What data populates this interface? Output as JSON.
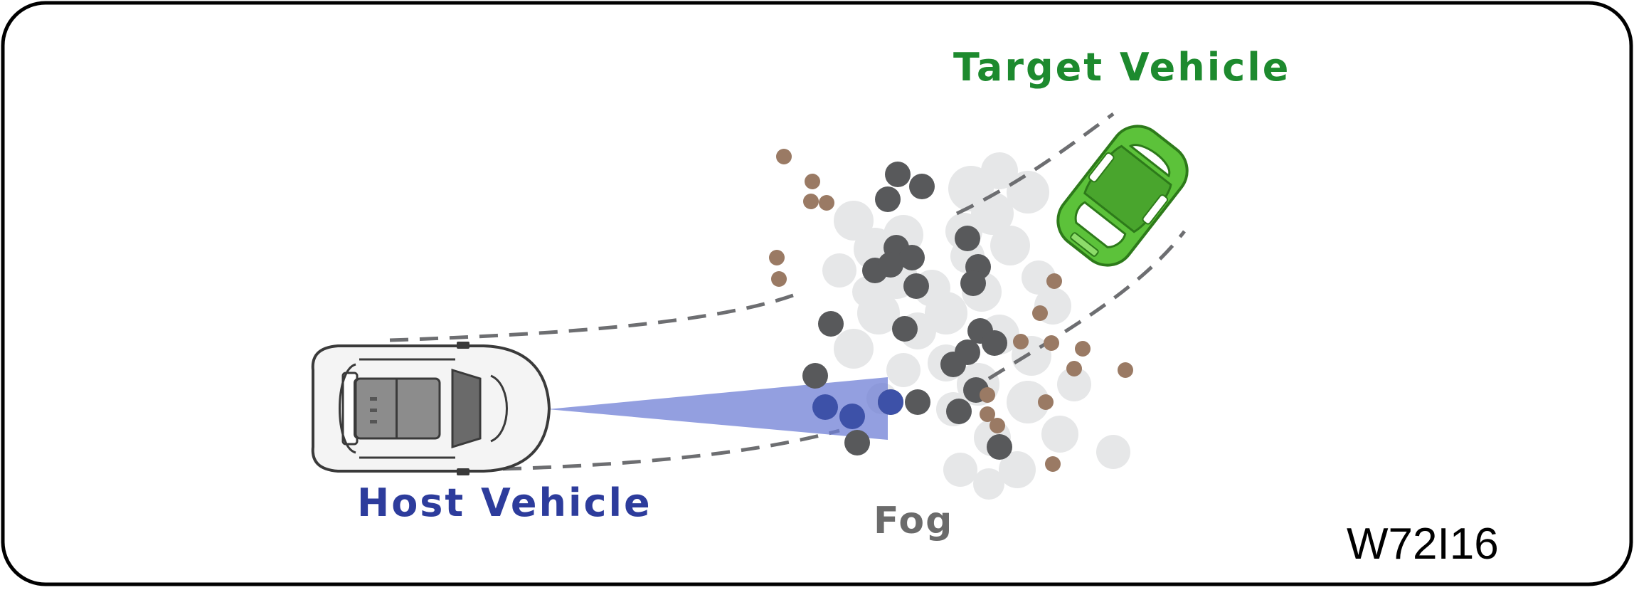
{
  "labels": {
    "target_vehicle": "Target Vehicle",
    "host_vehicle": "Host Vehicle",
    "fog": "Fog",
    "figure_code": "W72I16"
  },
  "colors": {
    "frame": "#000000",
    "target_label": "#1d8a2e",
    "host_label": "#2d3c9c",
    "fog_label": "#6b6b6b",
    "code_label": "#000000",
    "target_body": "#5cc23a",
    "target_outline": "#2d7a1a",
    "host_body": "#f4f4f4",
    "host_outline": "#3a3a3a",
    "sensor_beam": "#6f7fd6",
    "fog_light": "#e6e7e8",
    "fog_dark": "#58595b",
    "fog_brown": "#9a7a64",
    "lane_dash": "#6d6e71"
  },
  "icons": {
    "target_vehicle": "green-car-icon",
    "host_vehicle": "white-suv-icon",
    "sensor": "radar-beam"
  }
}
